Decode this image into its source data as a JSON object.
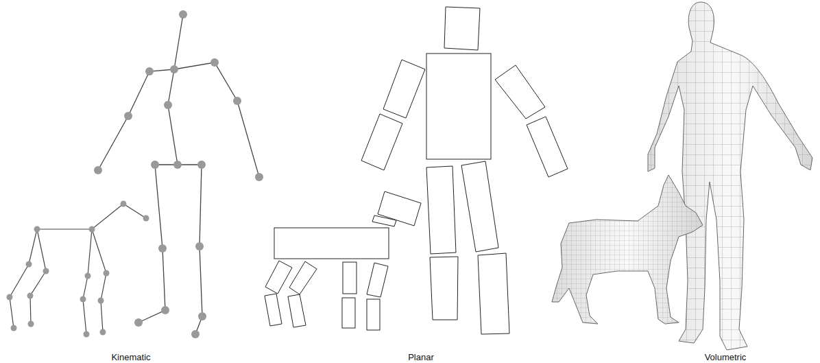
{
  "diagram": {
    "labels": [
      "Kinematic",
      "Planar",
      "Volumetric"
    ]
  }
}
